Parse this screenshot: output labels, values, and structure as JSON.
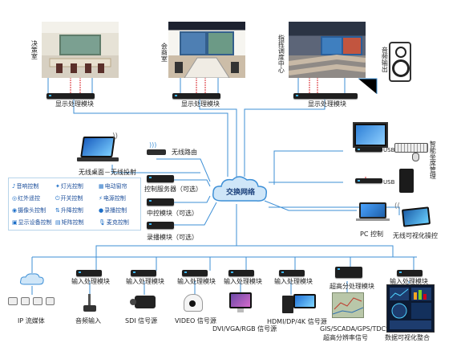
{
  "rooms": {
    "decision": "决策室",
    "meeting": "会商室",
    "command": "指挥调度中心"
  },
  "audio_output": "音频输出",
  "display_module": "显示处理模块",
  "smart_seat": "智能坐席管理",
  "usb": "USB",
  "wireless_desktop": "无线桌面－无线投射",
  "wireless_router": "无线路由",
  "control_server": "控制服务器（可选）",
  "central_control": "中控模块（可选）",
  "recording_module": "录播模块（可选）",
  "network": "交换网络",
  "pc_control": "PC 控制",
  "wireless_visual": "无线可视化操控",
  "legend": [
    {
      "icon": "sound-icon",
      "glyph": "♪",
      "label": "音响控制"
    },
    {
      "icon": "light-icon",
      "glyph": "✦",
      "label": "灯光控制"
    },
    {
      "icon": "curtain-icon",
      "glyph": "▦",
      "label": "电动窗帘"
    },
    {
      "icon": "infrared-icon",
      "glyph": "◎",
      "label": "红外遥控"
    },
    {
      "icon": "switch-icon",
      "glyph": "⏻",
      "label": "开关控制"
    },
    {
      "icon": "power-icon",
      "glyph": "⚡",
      "label": "电源控制"
    },
    {
      "icon": "camera-icon",
      "glyph": "◉",
      "label": "摄像头控制"
    },
    {
      "icon": "lift-icon",
      "glyph": "⇅",
      "label": "升降控制"
    },
    {
      "icon": "record-icon",
      "glyph": "●",
      "label": "录播控制"
    },
    {
      "icon": "display-device-icon",
      "glyph": "▣",
      "label": "显示设备控制"
    },
    {
      "icon": "matrix-icon",
      "glyph": "▤",
      "label": "矩阵控制"
    },
    {
      "icon": "mic-icon",
      "glyph": "🎙",
      "label": "麦克控制"
    }
  ],
  "input_module": "输入处理模块",
  "hires_module": "超高分处理模块",
  "sources": {
    "ip": "IP 流媒体",
    "audio": "音频输入",
    "sdi": "SDI 信号源",
    "video": "VIDEO 信号源",
    "vga": "DVI/VGA/RGB 信号源",
    "hdmi": "HDMI/DP/4K 信号源",
    "gis1": "GIS/SCADA/GPS/TDCS",
    "gis2": "超高分辨率信号",
    "data": "数据可视化整合"
  },
  "colors": {
    "line": "#3d8fd6",
    "red": "#d9232a",
    "label_blue": "#1a3f7a"
  }
}
